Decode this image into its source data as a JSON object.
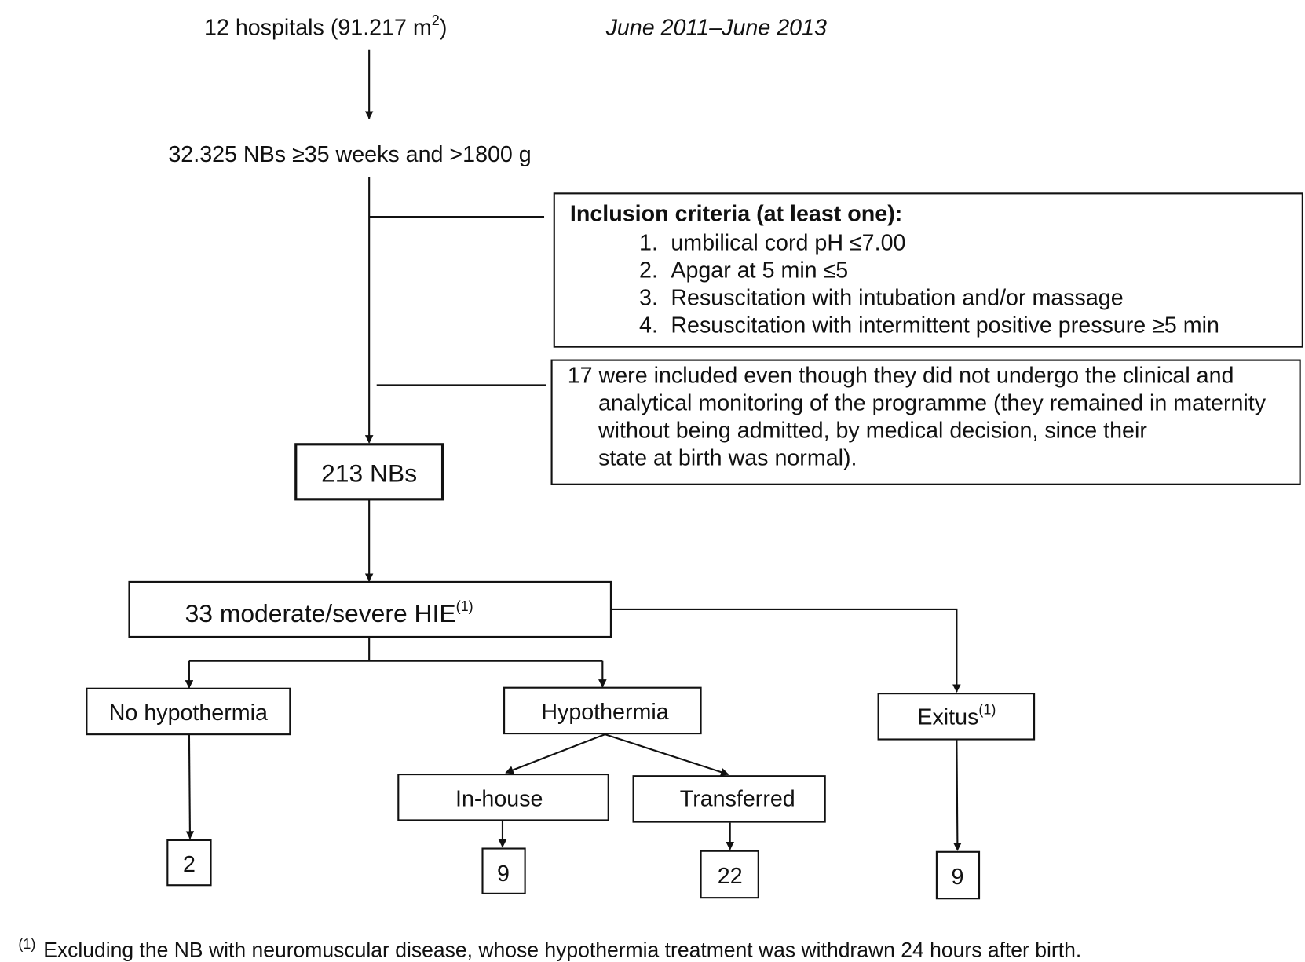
{
  "top": {
    "hospitals": "12 hospitals (91.217 m",
    "hospitals_sup": "2",
    "hospitals_end": ")",
    "period": "June 2011–June 2013"
  },
  "population": "32.325 NBs ≥35 weeks and >1800 g",
  "inclusion": {
    "title": "Inclusion criteria (at least one):",
    "items": [
      {
        "num": "1.",
        "text": "umbilical cord pH ≤7.00"
      },
      {
        "num": "2.",
        "text": "Apgar at 5 min ≤5"
      },
      {
        "num": "3.",
        "text": "Resuscitation with intubation and/or massage"
      },
      {
        "num": "4.",
        "text": "Resuscitation with intermittent positive pressure ≥5 min"
      }
    ]
  },
  "note17": {
    "lines": [
      "17 were included even though they did not undergo the clinical and",
      "analytical monitoring of the programme (they remained in maternity",
      "without being admitted, by medical decision, since their",
      "state at birth was normal)."
    ]
  },
  "nodes": {
    "nbs": "213 NBs",
    "hie": "33 moderate/severe HIE",
    "hie_sup": "(1)",
    "no_hypo": "No hypothermia",
    "hypo": "Hypothermia",
    "exitus": "Exitus",
    "exitus_sup": "(1)",
    "inhouse": "In-house",
    "transferred": "Transferred",
    "n_no_hypo": "2",
    "n_inhouse": "9",
    "n_transferred": "22",
    "n_exitus": "9"
  },
  "footnote": {
    "mark": "(1)",
    "text": "Excluding the NB with neuromuscular disease, whose hypothermia treatment was withdrawn 24 hours after birth."
  }
}
